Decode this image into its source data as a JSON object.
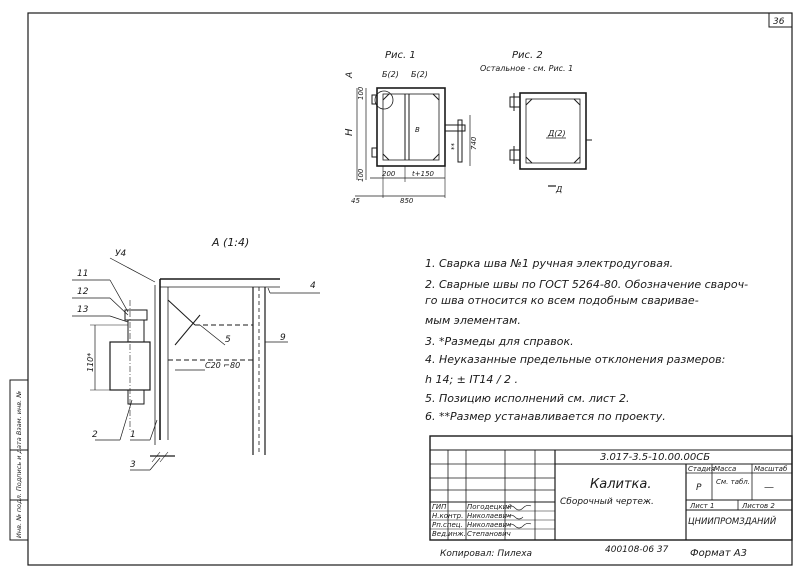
{
  "sheet": {
    "page_number": "36",
    "side_stamp": "Инв. № подл. Подпись и дата Взам. инв. №"
  },
  "figures": {
    "fig1_title": "Рис. 1",
    "fig2_title": "Рис. 2",
    "fig2_subtitle": "Остальное - см. Рис. 1",
    "view_a_label": "А (1:4)",
    "fig1_labels": {
      "view_a": "А",
      "b2_left": "Б(2)",
      "b2_right": "Б(2)",
      "h": "Н",
      "dim_100_top": "100",
      "dim_100_bottom": "100",
      "dim_740": "740",
      "dim_asterisk": "**",
      "dim_200": "200",
      "dim_t150": "t+150",
      "dim_45": "45",
      "dim_850": "850",
      "b_center": "В"
    },
    "fig2_labels": {
      "d2": "Д(2)",
      "d_bottom": "Д"
    },
    "detail_labels": {
      "weld_y4": "У4",
      "pos_11": "11",
      "pos_12": "12",
      "pos_13": "13",
      "pos_4": "4",
      "pos_5": "5",
      "pos_9": "9",
      "pos_2": "2",
      "pos_1": "1",
      "pos_3": "3",
      "weld_note": "С20 ⌐80",
      "dim_110": "110*"
    }
  },
  "notes": [
    "1. Сварка шва №1 ручная электродуговая.",
    "2. Сварные швы по ГОСТ 5264-80. Обозначение свароч-",
    "го шва относится ко всем подобным сваривае-",
    "мым элементам.",
    "3. *Размеды для справок.",
    "4. Неуказанные предельные отклонения размеров:",
    "h 14; ± IT14 / 2 .",
    "5. Позицию исполнений см. лист 2.",
    "6. **Размер устанавливается по проекту."
  ],
  "title_block": {
    "doc_number": "3.017-3.5-10.00.00СБ",
    "title": "Калитка.",
    "subtitle": "Сборочный чертеж.",
    "headers": [
      "Стадия",
      "Масса",
      "Масштаб"
    ],
    "stage": "Р",
    "mass": "См. табл.",
    "scale": "—",
    "sheet": "Лист 1",
    "sheets": "Листов 2",
    "org": "ЦНИИПРОМЗДАНИЙ",
    "roles": [
      "ГИП",
      "Н.контр.",
      "Рп.спец.",
      "Вед.инж."
    ],
    "names": [
      "Погодецкий",
      "Николаевич",
      "Николаевич",
      "Степанович"
    ]
  },
  "footer": {
    "copied_by": "Копировал: Пилеха",
    "code": "400108-06 37",
    "format": "Формат А3"
  }
}
